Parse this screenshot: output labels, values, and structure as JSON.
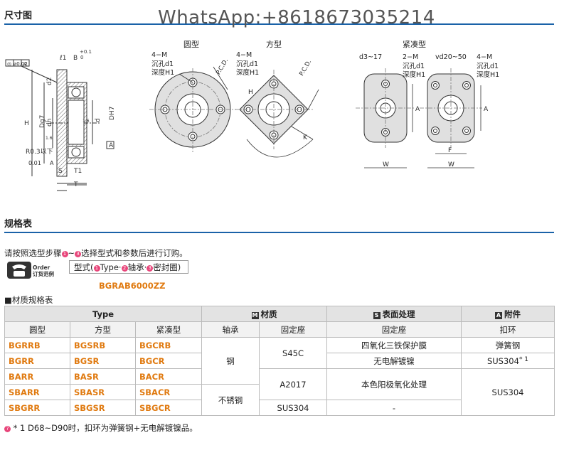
{
  "sections": {
    "dimension_title": "尺寸图",
    "spec_title": "规格表"
  },
  "watermark": "WhatsApp:+8618673035214",
  "diagram_labels": {
    "round": "圆型",
    "square": "方型",
    "compact": "紧凑型",
    "four_m": "4−M",
    "counterbore": "沉孔d1",
    "depth": "深度H1",
    "pcd": "P.C.D.",
    "two_m": "2−M",
    "d3_range": "d3~17",
    "vd_range": "vd20~50",
    "concentricity": "⌀0.02",
    "ref_a": "A",
    "flatness": "0.01",
    "r03": "R0.3以下",
    "dims": {
      "H": "H",
      "Dg7": "Dg7",
      "dh": "dh",
      "d2": "d2",
      "d": "d",
      "DH7": "DH7",
      "l1": "ℓ1",
      "B": "B",
      "B_tol": "+0.1",
      "B_tol2": "0",
      "S": "S",
      "T1": "T1",
      "T": "T",
      "t16": "1.6",
      "H_sq": "H",
      "K": "K",
      "W": "W",
      "A_dim": "A",
      "F": "F"
    }
  },
  "order": {
    "instruction_prefix": "请按照选型步骤",
    "instruction_mid": "~",
    "instruction_suffix": "选择型式和参数后进行订购。",
    "label_en": "Order",
    "label_cn": "订货范例",
    "box_prefix": "型式(",
    "box_type": "Type·",
    "box_bearing": "轴承·",
    "box_seal": "密封圈)",
    "code": "BGRAB6000ZZ"
  },
  "table": {
    "caption": "■材质规格表",
    "header1": {
      "type": "Type",
      "material": "材质",
      "surface": "表面处理",
      "accessory": "附件"
    },
    "header2": [
      "圆型",
      "方型",
      "紧凑型",
      "轴承",
      "固定座",
      "固定座",
      "扣环"
    ],
    "rows": [
      {
        "round": "BGRRB",
        "square": "BGSRB",
        "compact": "BGCRB"
      },
      {
        "round": "BGRR",
        "square": "BGSR",
        "compact": "BGCR"
      },
      {
        "round": "BARR",
        "square": "BASR",
        "compact": "BACR"
      },
      {
        "round": "SBARR",
        "square": "SBASR",
        "compact": "SBACR"
      },
      {
        "round": "SBGRR",
        "square": "SBGSR",
        "compact": "SBGCR"
      }
    ],
    "bearing_steel": "钢",
    "bearing_stainless": "不锈钢",
    "holder_s45c": "S45C",
    "holder_a2017": "A2017",
    "holder_sus304": "SUS304",
    "surf_1": "四氧化三铁保护膜",
    "surf_2": "无电解镀镍",
    "surf_3": "本色阳极氧化处理",
    "surf_4": "-",
    "ring_1": "弹簧钢",
    "ring_2": "SUS304",
    "ring_2_note": "* 1",
    "ring_3": "SUS304"
  },
  "footnote": {
    "mark": "* 1",
    "text": "D68~D90时，扣环为弹簧钢+无电解镀镍品。"
  }
}
